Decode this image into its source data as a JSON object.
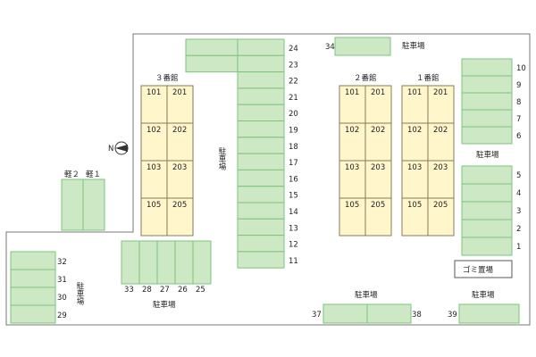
{
  "buildings": [
    {
      "name": "３番館",
      "rooms": [
        "101",
        "201",
        "102",
        "202",
        "103",
        "203",
        "105",
        "205"
      ]
    },
    {
      "name": "２番館",
      "rooms": [
        "101",
        "201",
        "102",
        "202",
        "103",
        "203",
        "105",
        "205"
      ]
    },
    {
      "name": "１番館",
      "rooms": [
        "101",
        "201",
        "102",
        "202",
        "103",
        "203",
        "105",
        "205"
      ]
    }
  ],
  "parking_labels": {
    "top_right": "駐車場",
    "right": "駐車場",
    "left": "駐車場",
    "bottom_center": "駐車場",
    "bottom_right": "駐車場",
    "center_vertical": "駐車場",
    "bottom_left": "駐車場"
  },
  "central_column": [
    "24",
    "23",
    "22",
    "21",
    "20",
    "19",
    "18",
    "17",
    "16",
    "15",
    "14",
    "13",
    "12",
    "11"
  ],
  "right_top_column": [
    "10",
    "9",
    "8",
    "7",
    "6"
  ],
  "right_bottom_column": [
    "5",
    "4",
    "3",
    "2",
    "1"
  ],
  "left_column": [
    "32",
    "31",
    "30",
    "29"
  ],
  "bottom_row": [
    "33",
    "28",
    "27",
    "26",
    "25"
  ],
  "space_34": "34",
  "spaces_37_38": [
    "37",
    "38"
  ],
  "space_39": "39",
  "kei": [
    "軽２",
    "軽１"
  ],
  "garbage": "ゴミ置場",
  "north_label": "N"
}
